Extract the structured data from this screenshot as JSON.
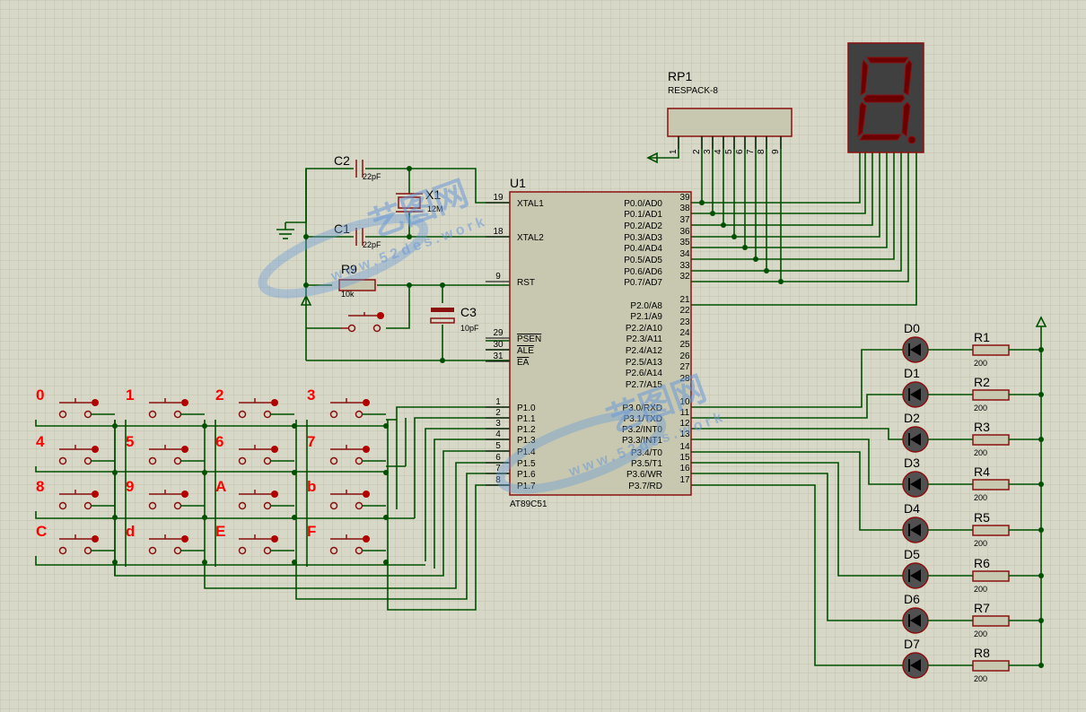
{
  "mcu": {
    "ref": "U1",
    "part": "AT89C51",
    "left_pins": [
      {
        "num": "19",
        "name": "XTAL1"
      },
      {
        "num": "18",
        "name": "XTAL2"
      },
      {
        "num": "9",
        "name": "RST"
      },
      {
        "num": "29",
        "name": "PSEN"
      },
      {
        "num": "30",
        "name": "ALE"
      },
      {
        "num": "31",
        "name": "EA"
      },
      {
        "num": "1",
        "name": "P1.0"
      },
      {
        "num": "2",
        "name": "P1.1"
      },
      {
        "num": "3",
        "name": "P1.2"
      },
      {
        "num": "4",
        "name": "P1.3"
      },
      {
        "num": "5",
        "name": "P1.4"
      },
      {
        "num": "6",
        "name": "P1.5"
      },
      {
        "num": "7",
        "name": "P1.6"
      },
      {
        "num": "8",
        "name": "P1.7"
      }
    ],
    "right_pins": [
      {
        "num": "39",
        "name": "P0.0/AD0"
      },
      {
        "num": "38",
        "name": "P0.1/AD1"
      },
      {
        "num": "37",
        "name": "P0.2/AD2"
      },
      {
        "num": "36",
        "name": "P0.3/AD3"
      },
      {
        "num": "35",
        "name": "P0.4/AD4"
      },
      {
        "num": "34",
        "name": "P0.5/AD5"
      },
      {
        "num": "33",
        "name": "P0.6/AD6"
      },
      {
        "num": "32",
        "name": "P0.7/AD7"
      },
      {
        "num": "21",
        "name": "P2.0/A8"
      },
      {
        "num": "22",
        "name": "P2.1/A9"
      },
      {
        "num": "23",
        "name": "P2.2/A10"
      },
      {
        "num": "24",
        "name": "P2.3/A11"
      },
      {
        "num": "25",
        "name": "P2.4/A12"
      },
      {
        "num": "26",
        "name": "P2.5/A13"
      },
      {
        "num": "27",
        "name": "P2.6/A14"
      },
      {
        "num": "28",
        "name": "P2.7/A15"
      },
      {
        "num": "10",
        "name": "P3.0/RXD"
      },
      {
        "num": "11",
        "name": "P3.1/TXD"
      },
      {
        "num": "12",
        "name": "P3.2/INT0"
      },
      {
        "num": "13",
        "name": "P3.3/INT1"
      },
      {
        "num": "14",
        "name": "P3.4/T0"
      },
      {
        "num": "15",
        "name": "P3.5/T1"
      },
      {
        "num": "16",
        "name": "P3.6/WR"
      },
      {
        "num": "17",
        "name": "P3.7/RD"
      }
    ]
  },
  "resistor_pack": {
    "ref": "RP1",
    "value": "RESPACK-8",
    "pins": [
      "1",
      "2",
      "3",
      "4",
      "5",
      "6",
      "7",
      "8",
      "9"
    ]
  },
  "components": {
    "c1": {
      "ref": "C1",
      "value": "22pF"
    },
    "c2": {
      "ref": "C2",
      "value": "22pF"
    },
    "c3": {
      "ref": "C3",
      "value": "10pF"
    },
    "x1": {
      "ref": "X1",
      "value": "12M"
    },
    "r9": {
      "ref": "R9",
      "value": "10k"
    }
  },
  "keypad": {
    "labels": [
      "0",
      "1",
      "2",
      "3",
      "4",
      "5",
      "6",
      "7",
      "8",
      "9",
      "A",
      "b",
      "C",
      "d",
      "E",
      "F"
    ]
  },
  "leds": [
    {
      "d": "D0",
      "r": "R1",
      "value": "200"
    },
    {
      "d": "D1",
      "r": "R2",
      "value": "200"
    },
    {
      "d": "D2",
      "r": "R3",
      "value": "200"
    },
    {
      "d": "D3",
      "r": "R4",
      "value": "200"
    },
    {
      "d": "D4",
      "r": "R5",
      "value": "200"
    },
    {
      "d": "D5",
      "r": "R6",
      "value": "200"
    },
    {
      "d": "D6",
      "r": "R7",
      "value": "200"
    },
    {
      "d": "D7",
      "r": "R8",
      "value": "200"
    }
  ],
  "watermark": {
    "cn": "艺图网",
    "url": "www.52des.work"
  },
  "colors": {
    "background": "#d8d8c8",
    "wire": "#005000",
    "component": "#8a1010",
    "ic_body": "#c8c8b0",
    "segment_off": "#6a0000",
    "key_label": "#ff0000"
  }
}
